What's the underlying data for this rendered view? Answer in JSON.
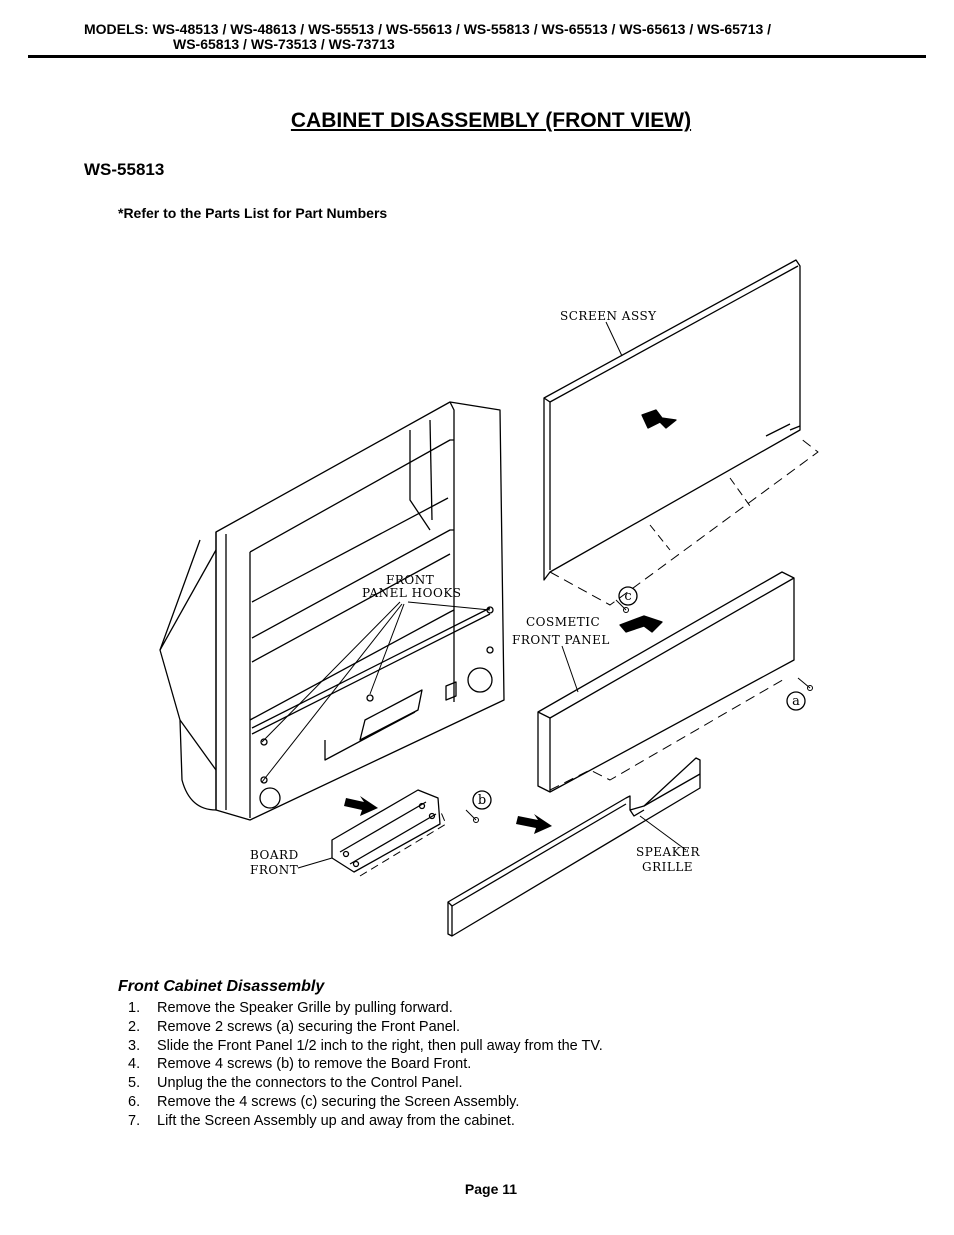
{
  "header": {
    "models_line1": "MODELS: WS-48513 / WS-48613 / WS-55513 / WS-55613 / WS-55813 / WS-65513 / WS-65613 / WS-65713 /",
    "models_line2": "WS-65813 / WS-73513 / WS-73713"
  },
  "title": "CABINET DISASSEMBLY (FRONT VIEW)",
  "model": "WS-55813",
  "note": "*Refer to the Parts List for Part Numbers",
  "diagram": {
    "labels": {
      "screen_assy": "SCREEN ASSY",
      "front_panel_hooks_1": "FRONT",
      "front_panel_hooks_2": "PANEL HOOKS",
      "cosmetic_1": "COSMETIC",
      "cosmetic_2": "FRONT PANEL",
      "board_front_1": "BOARD",
      "board_front_2": "FRONT",
      "speaker_1": "SPEAKER",
      "speaker_2": "GRILLE"
    },
    "callouts": {
      "a": "a",
      "b": "b",
      "c": "c"
    }
  },
  "section_title": "Front Cabinet Disassembly",
  "steps": [
    {
      "num": "1.",
      "text": "Remove the Speaker Grille by pulling forward."
    },
    {
      "num": "2.",
      "text": "Remove 2 screws (a) securing the Front Panel."
    },
    {
      "num": "3.",
      "text": "Slide the Front Panel 1/2 inch to the right, then pull away from the TV."
    },
    {
      "num": "4.",
      "text": "Remove 4 screws (b) to remove the Board Front."
    },
    {
      "num": "5.",
      "text": "Unplug the the connectors to the Control Panel."
    },
    {
      "num": "6.",
      "text": "Remove the 4 screws (c) securing the Screen Assembly."
    },
    {
      "num": "7.",
      "text": "Lift the Screen Assembly up and away from the cabinet."
    }
  ],
  "page": "Page 11"
}
